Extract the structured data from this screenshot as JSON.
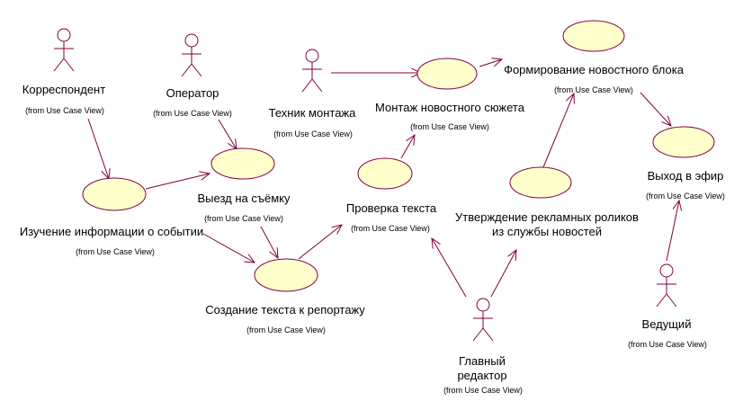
{
  "colors": {
    "line": "#800040",
    "use_case_fill": "#ffffcc",
    "text": "#000000",
    "background": "#ffffff"
  },
  "package_note": "(from Use Case View)",
  "actors": [
    {
      "id": "correspondent",
      "name": "Корреспондент"
    },
    {
      "id": "operator",
      "name": "Оператор"
    },
    {
      "id": "technician",
      "name": "Техник монтажа"
    },
    {
      "id": "editor",
      "name_lines": [
        "Главный",
        "редактор"
      ]
    },
    {
      "id": "host",
      "name": "Ведущий"
    }
  ],
  "use_cases": [
    {
      "id": "study",
      "name": "Изучение информации о событии"
    },
    {
      "id": "shoot",
      "name": "Выезд на съёмку"
    },
    {
      "id": "write",
      "name": "Создание текста к репортажу"
    },
    {
      "id": "check",
      "name": "Проверка текста"
    },
    {
      "id": "edit",
      "name": "Монтаж новостного сюжета"
    },
    {
      "id": "block",
      "name": "Формирование новостного блока"
    },
    {
      "id": "ads",
      "name_lines": [
        "Утверждение рекламных роликов",
        "из службы новостей"
      ]
    },
    {
      "id": "air",
      "name": "Выход в эфир"
    }
  ],
  "associations": [
    {
      "from": "correspondent",
      "to": "study"
    },
    {
      "from": "study",
      "to": "shoot"
    },
    {
      "from": "operator",
      "to": "shoot"
    },
    {
      "from": "shoot",
      "to": "write"
    },
    {
      "from": "write",
      "to": "check"
    },
    {
      "from": "check",
      "to": "edit"
    },
    {
      "from": "technician",
      "to": "edit"
    },
    {
      "from": "edit",
      "to": "block"
    },
    {
      "from": "ads",
      "to": "block"
    },
    {
      "from": "block",
      "to": "air"
    },
    {
      "from": "editor",
      "to": "check"
    },
    {
      "from": "editor",
      "to": "ads"
    },
    {
      "from": "host",
      "to": "air"
    }
  ]
}
